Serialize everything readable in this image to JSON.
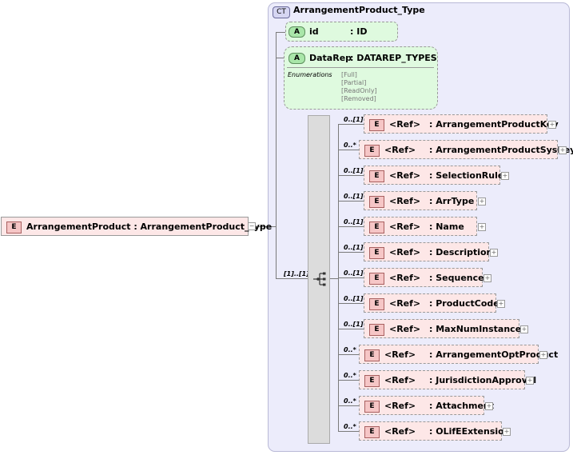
{
  "complex_type": {
    "badge": "CT",
    "name": "ArrangementProduct_Type"
  },
  "attributes": [
    {
      "badge": "A",
      "name": "id",
      "type": ": ID"
    },
    {
      "badge": "A",
      "name": "DataRep",
      "type": ": DATAREP_TYPES",
      "enumerations_label": "Enumerations",
      "enumerations": [
        "[Full]",
        "[Partial]",
        "[ReadOnly]",
        "[Removed]"
      ]
    }
  ],
  "root_element": {
    "badge": "E",
    "label": "ArrangementProduct : ArrangementProduct_Type",
    "collapse": "−"
  },
  "sequence": {
    "cardinality": "[1]..[1]"
  },
  "elements": [
    {
      "badge": "E",
      "ref": "<Ref>",
      "name": ": ArrangementProductKey",
      "card": "0..[1]",
      "expand": "+"
    },
    {
      "badge": "E",
      "ref": "<Ref>",
      "name": ": ArrangementProductSysKey",
      "card": "0..*",
      "expand": "+"
    },
    {
      "badge": "E",
      "ref": "<Ref>",
      "name": ": SelectionRule",
      "card": "0..[1]",
      "expand": "+"
    },
    {
      "badge": "E",
      "ref": "<Ref>",
      "name": ": ArrType",
      "card": "0..[1]",
      "expand": "+"
    },
    {
      "badge": "E",
      "ref": "<Ref>",
      "name": ": Name",
      "card": "0..[1]",
      "expand": "+"
    },
    {
      "badge": "E",
      "ref": "<Ref>",
      "name": ": Description",
      "card": "0..[1]",
      "expand": "+"
    },
    {
      "badge": "E",
      "ref": "<Ref>",
      "name": ": Sequence",
      "card": "0..[1]",
      "expand": "+"
    },
    {
      "badge": "E",
      "ref": "<Ref>",
      "name": ": ProductCode",
      "card": "0..[1]",
      "expand": "+"
    },
    {
      "badge": "E",
      "ref": "<Ref>",
      "name": ": MaxNumInstances",
      "card": "0..[1]",
      "expand": "+"
    },
    {
      "badge": "E",
      "ref": "<Ref>",
      "name": ": ArrangementOptProduct",
      "card": "0..*",
      "expand": "+"
    },
    {
      "badge": "E",
      "ref": "<Ref>",
      "name": ": JurisdictionApproval",
      "card": "0..*",
      "expand": "+"
    },
    {
      "badge": "E",
      "ref": "<Ref>",
      "name": ": Attachment",
      "card": "0..*",
      "expand": "+"
    },
    {
      "badge": "E",
      "ref": "<Ref>",
      "name": ": OLifEExtension",
      "card": "0..*",
      "expand": "+"
    }
  ]
}
